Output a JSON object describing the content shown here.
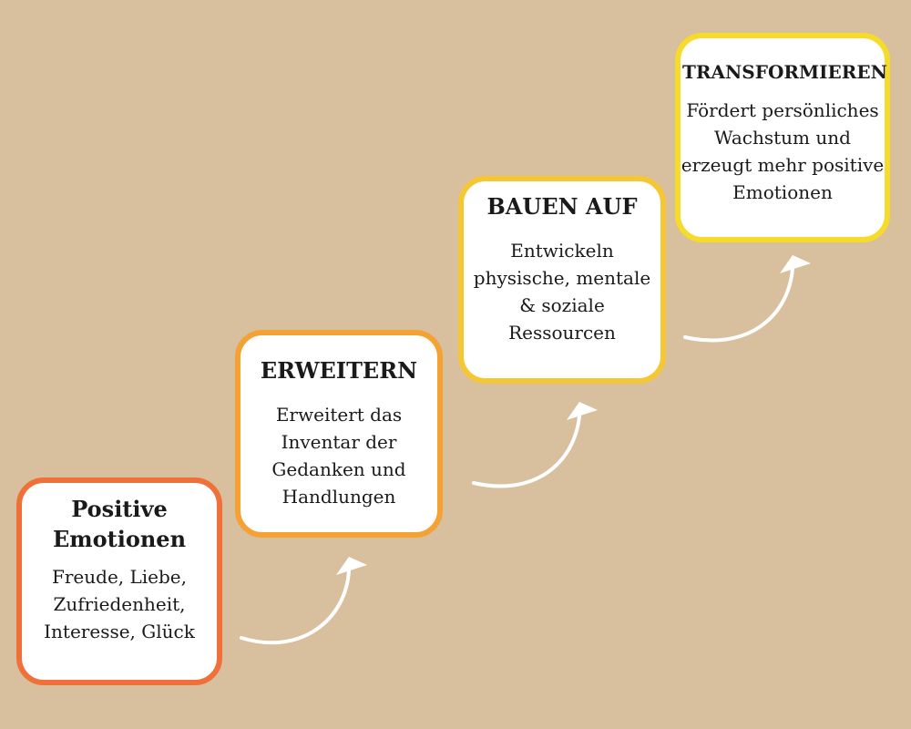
{
  "colors": {
    "background": "#d8bf9d",
    "box_fill": "#ffffff",
    "arrow": "#ffffff",
    "step_borders": [
      "#f0703a",
      "#f3a233",
      "#f5c734",
      "#f7db2a"
    ]
  },
  "steps": [
    {
      "title": "Positive Emotionen",
      "description": "Freude, Liebe, Zufriedenheit, Interesse, Glück"
    },
    {
      "title": "ERWEITERN",
      "description": "Erweitert das Inventar der Gedanken und Handlungen"
    },
    {
      "title": "BAUEN AUF",
      "description": "Entwickeln physische, mentale & soziale Ressourcen"
    },
    {
      "title": "TRANSFORMIEREN",
      "description": "Fördert persönliches Wachstum und erzeugt mehr positive Emotionen"
    }
  ]
}
